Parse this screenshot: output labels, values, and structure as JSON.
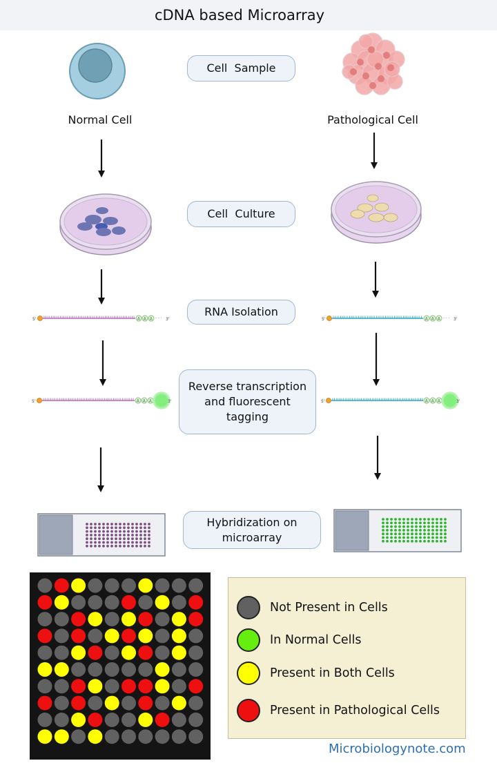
{
  "title": "cDNA based Microarray",
  "steps": {
    "cell_sample": "Cell  Sample",
    "cell_culture": "Cell  Culture",
    "rna_isolation": "RNA Isolation",
    "reverse_transcription": [
      "Reverse transcription",
      "and fluorescent",
      "tagging"
    ],
    "hybridization": [
      "Hybridization on",
      "microarray"
    ]
  },
  "labels": {
    "normal_cell": "Normal Cell",
    "pathological_cell": "Pathological Cell"
  },
  "strand": {
    "five_prime": "5'",
    "three_prime": "3'",
    "base": "A",
    "dots": "· · ·"
  },
  "colors": {
    "grey": "#616161",
    "green": "#66ee10",
    "yellow": "#ffff00",
    "red": "#ee1010",
    "normal_strand": "#b56ab5",
    "patho_strand": "#2aa6c4"
  },
  "legend": [
    {
      "label": "Not Present in Cells",
      "color": "#616161"
    },
    {
      "label": "In Normal Cells",
      "color": "#66ee10"
    },
    {
      "label": "Present in Both Cells",
      "color": "#ffff00"
    },
    {
      "label": "Present in Pathological Cells",
      "color": "#ee1010"
    }
  ],
  "microarray_grid": [
    "GRYGGGYGG",
    "RYGGGRGYG",
    "GGRYGYRGY",
    "RGRGYRYGY",
    "GGYRGYRGY",
    "YYGGGGGYG",
    "GGRYGRRYG",
    "RGRGYGRGY",
    "GGYRGGYRG",
    "YYGYGGGGG"
  ],
  "microarray_grid_full": [
    "GRYGGGYGGG",
    "RYGGGRGYGR",
    "GGRYGYRGYR",
    "RGRGYRYGYG",
    "GGYRGYRGYG",
    "YYGGGGGYGG",
    "GGRYGRRYGR",
    "RGRGYGRGYG",
    "GGYRGGYRGG",
    "YYGYGGGGGG"
  ],
  "credit": "Microbiologynote.com"
}
